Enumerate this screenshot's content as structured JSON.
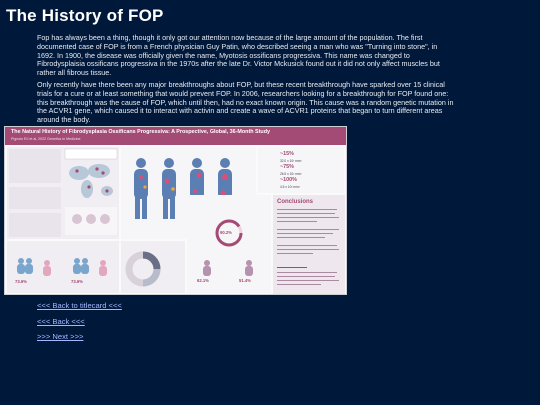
{
  "page": {
    "heading": "The History of FOP",
    "paragraphs": [
      "Fop has always been a thing, though it only got our attention now because of the large amount of the population. The first documented case of FOP is from a French physician Guy Patin, who described seeing a man who was \"Turning into stone\", in 1692. In 1900, the disease was officially given the name, Myotosis ossificans progressiva. This name was changed to Fibrodysplaisia ossificans progressiva in the 1970s after the late Dr. Victor Mckusick found out it did not only affect muscles but rather all fibrous tissue.",
      "Only recently have there been any major breakthroughs about FOP, but these recent breakthrough have sparked over 15 clinical trials for a cure or at least something that would prevent FOP. In 2006, researchers looking for a breakthrough for FOP found one: this breakthrough was the cause of FOP, which until then, had no exact known origin. This cause was a random genetic mutation in the ACVR1 gene, which caused it to interact with activin and create a wave of ACVR1 proteins that began to turn different areas around the body."
    ]
  },
  "figure": {
    "title": "The Natural History of Fibrodysplasia Ossificans Progressiva: A Prospective, Global, 36-Month Study",
    "subtitle": "Pignolo RJ et al, 2022 Genetics in Medicine",
    "stat_15": "~15%",
    "stat_15_val": "32.0 x 10³ mm³",
    "stat_75": "~75%",
    "stat_75_val": "26.5 x 10³ mm³",
    "stat_100": "~100%",
    "stat_100_val": "4.5 x 10³ mm³",
    "pct_73": "73.6%",
    "pct_73b": "73.6%",
    "pct_90": "90.2%",
    "pct_62": "62.1%",
    "pct_51": "51.4%",
    "conclusions_title": "Conclusions"
  },
  "nav": {
    "title_link": "<<< Back to titlecard <<<",
    "back_link": "<<< Back <<<",
    "next_link": ">>> Next >>>"
  },
  "colors": {
    "background": "#00193a",
    "accent": "#a34b74",
    "link": "#a7b7ff"
  }
}
